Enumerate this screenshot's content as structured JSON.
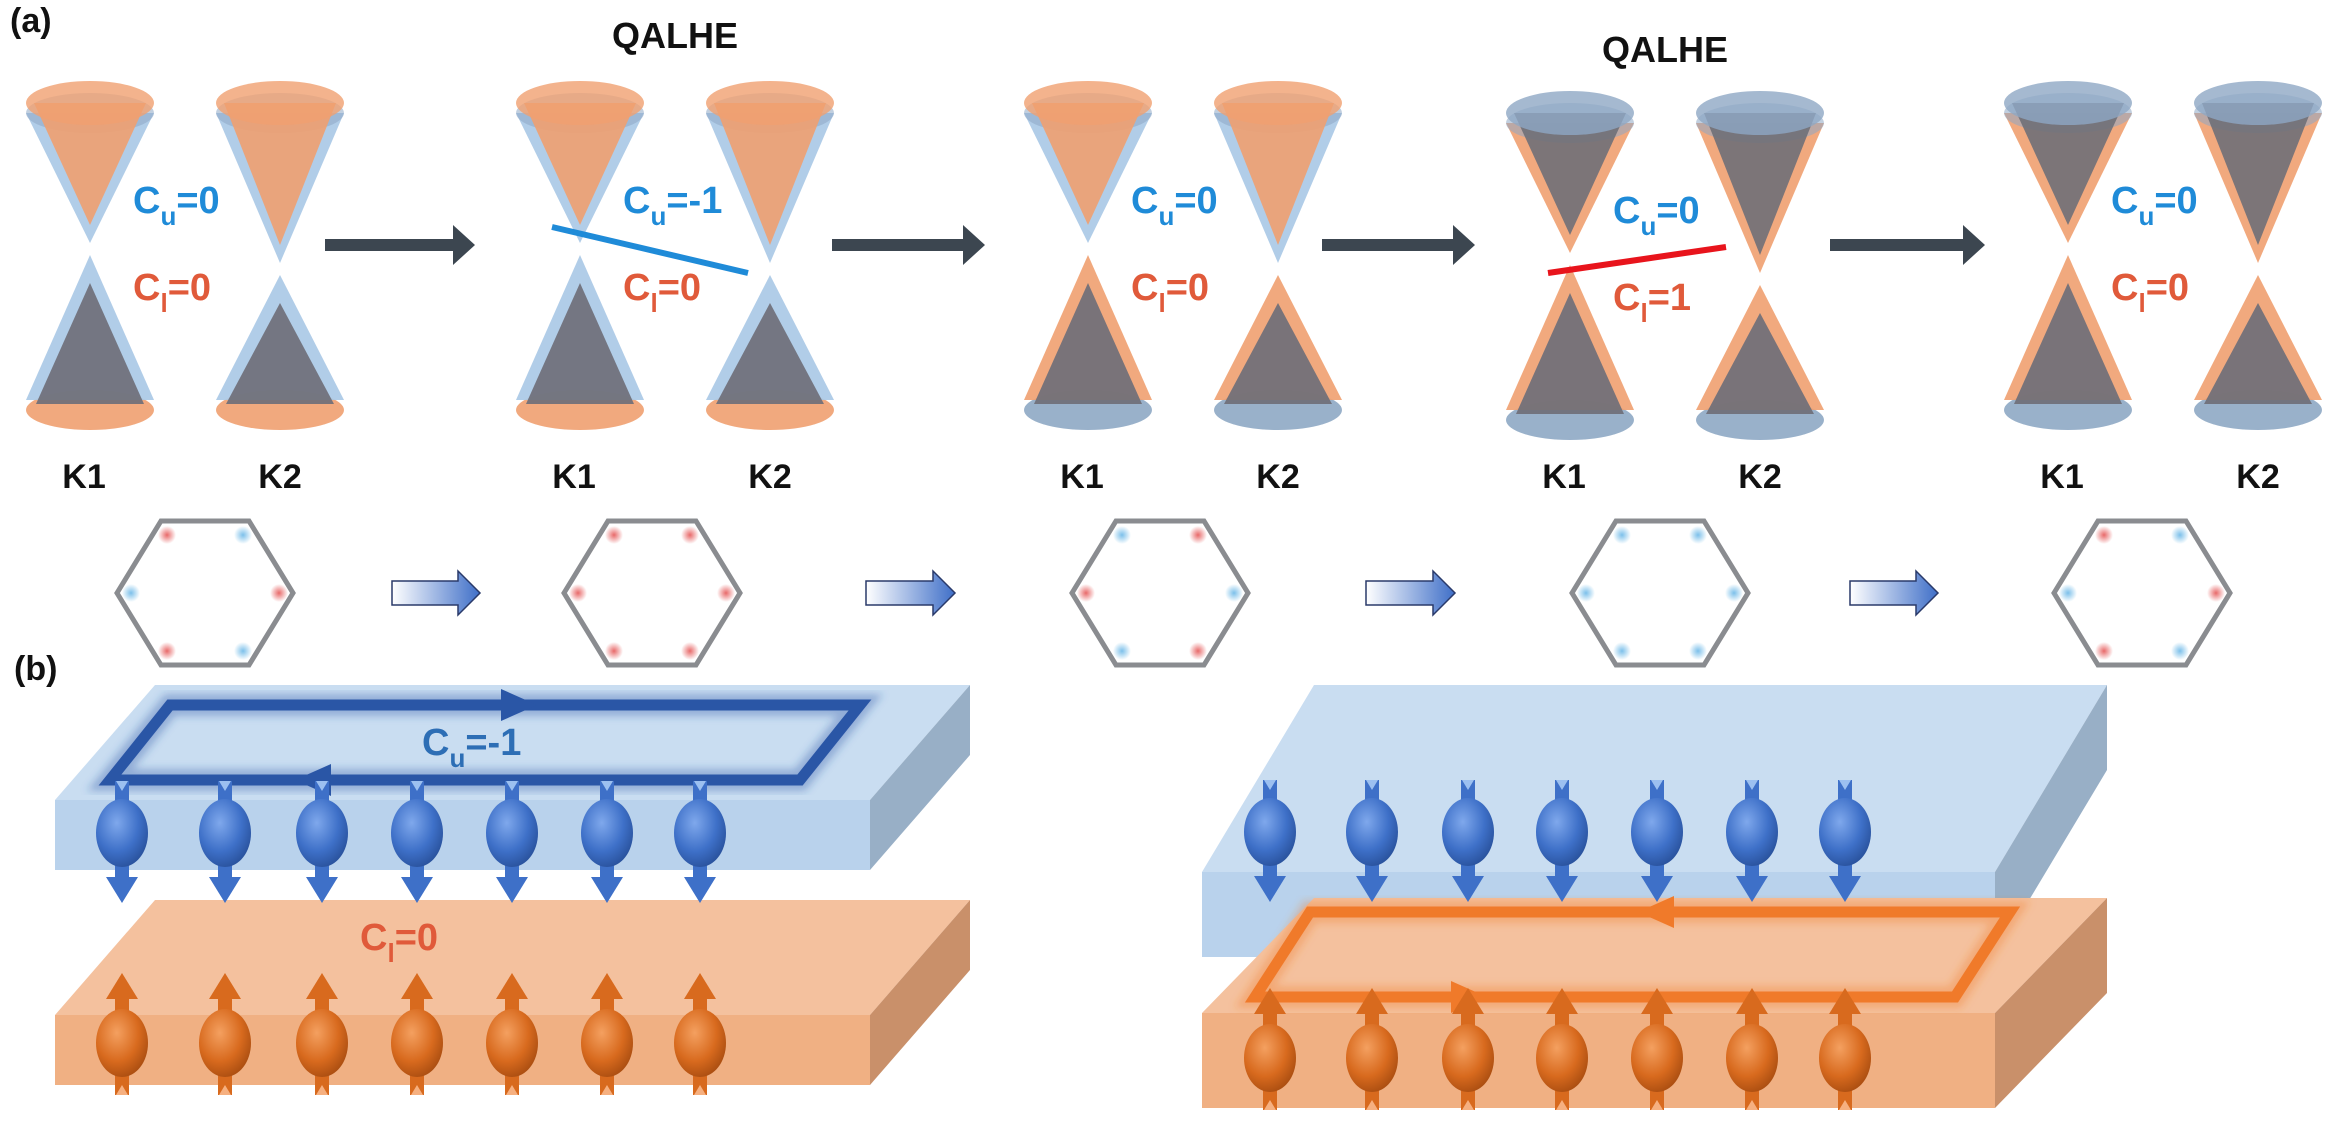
{
  "figure": {
    "panel_a_label": "(a)",
    "panel_b_label": "(b)",
    "colors": {
      "upper_blue_text": "#1f8bd8",
      "lower_red_text": "#e05a3a",
      "edge_blue": "#1f8bd8",
      "edge_red": "#e8141c",
      "orange_cone": "#f0a070",
      "blue_cone": "#a9c8e6",
      "gray_cone": "#6f6f78",
      "arrow_dark": "#3c4650",
      "hex_stroke": "#8a8c90",
      "dot_red": "#e86a6a",
      "dot_blue": "#7cc0ea",
      "slab_blue_top": "#c9ddf1",
      "slab_blue_front": "#b9d2ec",
      "slab_blue_side": "#98afc6",
      "slab_orange_top": "#f4c19e",
      "slab_orange_front": "#f0b083",
      "slab_orange_side": "#c9906a",
      "spin_blue": "#3e70c8",
      "spin_orange": "#d86a1e",
      "loop_blue": "#2a56a6",
      "loop_orange": "#f07a2a"
    },
    "stages": [
      {
        "title": "",
        "k1": "K1",
        "k2": "K2",
        "upper": {
          "symbol": "C",
          "sub": "u",
          "value": "=0"
        },
        "lower": {
          "symbol": "C",
          "sub": "l",
          "value": "=0"
        },
        "upper_band_outer": "blue",
        "lower_band_outer": "blue",
        "upper_inner": "orange",
        "lower_inner": "gray",
        "cap_upper": "orange",
        "cap_lower": "orange",
        "edge_state": "none",
        "hex_dots": {
          "tl": "red",
          "tr": "blue",
          "l": "blue",
          "r": "red",
          "bl": "red",
          "br": "blue"
        }
      },
      {
        "title": "QALHE",
        "k1": "K1",
        "k2": "K2",
        "upper": {
          "symbol": "C",
          "sub": "u",
          "value": "=-1"
        },
        "lower": {
          "symbol": "C",
          "sub": "l",
          "value": "=0"
        },
        "upper_band_outer": "blue",
        "lower_band_outer": "blue",
        "upper_inner": "orange",
        "lower_inner": "gray",
        "cap_upper": "orange",
        "cap_lower": "orange",
        "edge_state": "blue",
        "hex_dots": {
          "tl": "red",
          "tr": "red",
          "l": "red",
          "r": "red",
          "bl": "red",
          "br": "red"
        }
      },
      {
        "title": "",
        "k1": "K1",
        "k2": "K2",
        "upper": {
          "symbol": "C",
          "sub": "u",
          "value": "=0"
        },
        "lower": {
          "symbol": "C",
          "sub": "l",
          "value": "=0"
        },
        "upper_band_outer": "blue",
        "lower_band_outer": "orange",
        "upper_inner": "orange",
        "lower_inner": "gray",
        "cap_upper": "orange",
        "cap_lower": "blue",
        "edge_state": "none",
        "hex_dots": {
          "tl": "blue",
          "tr": "red",
          "l": "red",
          "r": "blue",
          "bl": "blue",
          "br": "red"
        }
      },
      {
        "title": "QALHE",
        "k1": "K1",
        "k2": "K2",
        "upper": {
          "symbol": "C",
          "sub": "u",
          "value": "=0"
        },
        "lower": {
          "symbol": "C",
          "sub": "l",
          "value": "=1"
        },
        "upper_band_outer": "orange",
        "lower_band_outer": "orange",
        "upper_inner": "gray",
        "lower_inner": "gray",
        "cap_upper": "blue",
        "cap_lower": "blue",
        "edge_state": "red",
        "hex_dots": {
          "tl": "blue",
          "tr": "blue",
          "l": "blue",
          "r": "blue",
          "bl": "blue",
          "br": "blue"
        }
      },
      {
        "title": "",
        "k1": "K1",
        "k2": "K2",
        "upper": {
          "symbol": "C",
          "sub": "u",
          "value": "=0"
        },
        "lower": {
          "symbol": "C",
          "sub": "l",
          "value": "=0"
        },
        "upper_band_outer": "orange",
        "lower_band_outer": "orange",
        "upper_inner": "gray",
        "lower_inner": "gray",
        "cap_upper": "blue",
        "cap_lower": "blue",
        "edge_state": "none",
        "hex_dots": {
          "tl": "red",
          "tr": "blue",
          "l": "blue",
          "r": "red",
          "bl": "red",
          "br": "blue"
        }
      }
    ],
    "part_b": {
      "left": {
        "upper_label": {
          "symbol": "C",
          "sub": "u",
          "value": "=-1"
        },
        "lower_label": {
          "symbol": "C",
          "sub": "l",
          "value": "=0"
        },
        "loop_on": "upper",
        "spins_per_layer": 7,
        "upper_spin": "down",
        "lower_spin": "up"
      },
      "right": {
        "loop_on": "lower",
        "spins_per_layer": 7,
        "upper_spin": "down",
        "lower_spin": "up"
      }
    }
  }
}
